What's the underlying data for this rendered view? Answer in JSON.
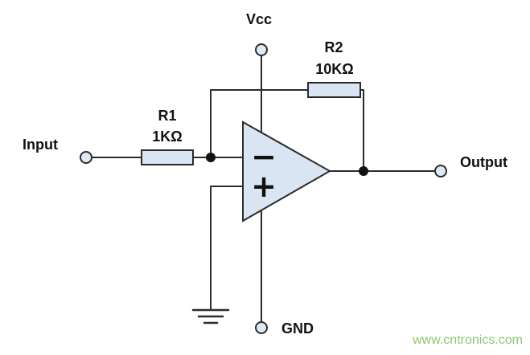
{
  "diagram": {
    "labels": {
      "vcc": "Vcc",
      "gnd": "GND",
      "input": "Input",
      "output": "Output",
      "r1_name": "R1",
      "r1_value": "1KΩ",
      "r2_name": "R2",
      "r2_value": "10KΩ",
      "inverting_input": "−",
      "noninverting_input": "+"
    },
    "watermark": "www.cntronics.com",
    "colors": {
      "wire": "#2b2b2b",
      "component_fill": "#d9e5f3",
      "terminal_fill": "#dcebf7",
      "text": "#111111",
      "watermark": "#8cc86e",
      "background": "#ffffff"
    }
  }
}
